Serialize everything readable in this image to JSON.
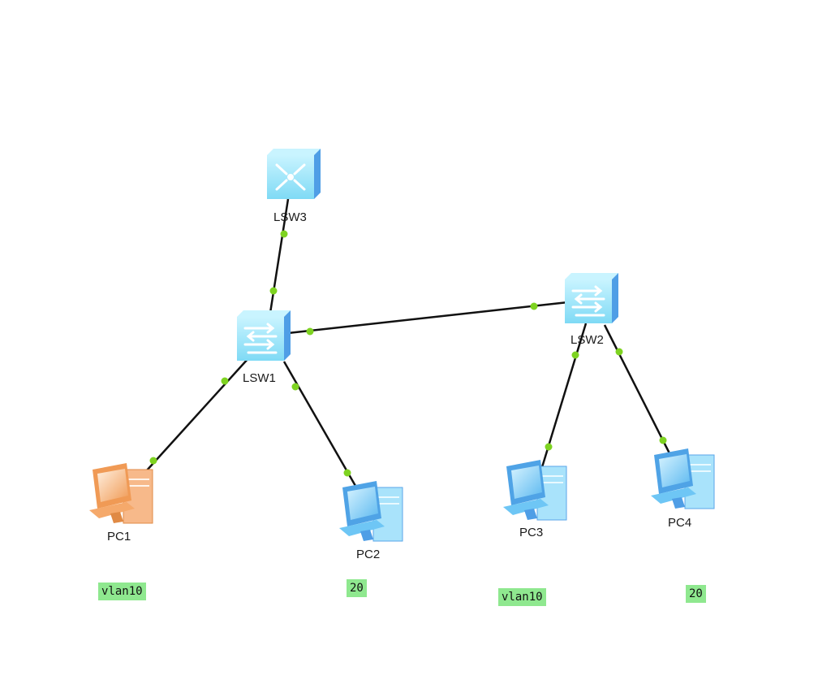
{
  "devices": {
    "lsw3": {
      "label": "LSW3",
      "kind": "router-switch-icon"
    },
    "lsw1": {
      "label": "LSW1",
      "kind": "switch-icon"
    },
    "lsw2": {
      "label": "LSW2",
      "kind": "switch-icon"
    },
    "pc1": {
      "label": "PC1",
      "kind": "pc-icon",
      "color": "#f5a96b"
    },
    "pc2": {
      "label": "PC2",
      "kind": "pc-icon",
      "color": "#6ec6f5"
    },
    "pc3": {
      "label": "PC3",
      "kind": "pc-icon",
      "color": "#6ec6f5"
    },
    "pc4": {
      "label": "PC4",
      "kind": "pc-icon",
      "color": "#6ec6f5"
    }
  },
  "links": [
    {
      "from": "lsw3",
      "to": "lsw1"
    },
    {
      "from": "lsw1",
      "to": "lsw2"
    },
    {
      "from": "lsw1",
      "to": "pc1"
    },
    {
      "from": "lsw1",
      "to": "pc2"
    },
    {
      "from": "lsw2",
      "to": "pc3"
    },
    {
      "from": "lsw2",
      "to": "pc4"
    }
  ],
  "annotations": {
    "pc1_vlan": "vlan10",
    "pc2_vlan": "20",
    "pc3_vlan": "vlan10",
    "pc4_vlan": "20"
  },
  "colors": {
    "link": "#111111",
    "port": "#7ed321",
    "tag_bg": "#8fe88f",
    "switch_face": "#9fe8fb",
    "switch_side": "#5aa6e8"
  }
}
